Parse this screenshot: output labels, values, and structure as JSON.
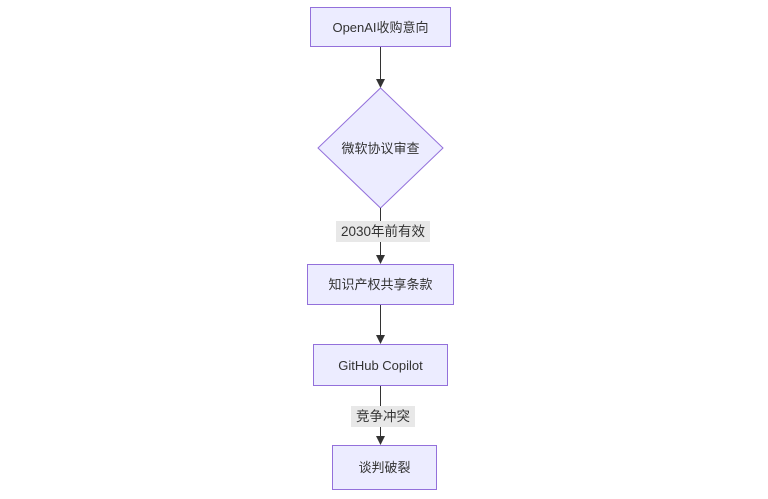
{
  "diagram": {
    "type": "flowchart",
    "direction": "top-down",
    "nodes": [
      {
        "id": "A",
        "shape": "rectangle",
        "label": "OpenAI收购意向"
      },
      {
        "id": "B",
        "shape": "diamond",
        "label": "微软协议审查"
      },
      {
        "id": "C",
        "shape": "rectangle",
        "label": "知识产权共享条款"
      },
      {
        "id": "D",
        "shape": "rectangle",
        "label": "GitHub Copilot"
      },
      {
        "id": "E",
        "shape": "rectangle",
        "label": "谈判破裂"
      }
    ],
    "edges": [
      {
        "from": "A",
        "to": "B",
        "label": ""
      },
      {
        "from": "B",
        "to": "C",
        "label": "2030年前有效"
      },
      {
        "from": "C",
        "to": "D",
        "label": ""
      },
      {
        "from": "D",
        "to": "E",
        "label": "竞争冲突"
      }
    ],
    "colors": {
      "background": "#ffffff",
      "node_fill": "#ECECFF",
      "node_border": "#9370DB",
      "edge_line": "#333333",
      "arrowhead": "#333333",
      "edge_label_bg": "#e8e8e8",
      "text": "#333333"
    }
  }
}
